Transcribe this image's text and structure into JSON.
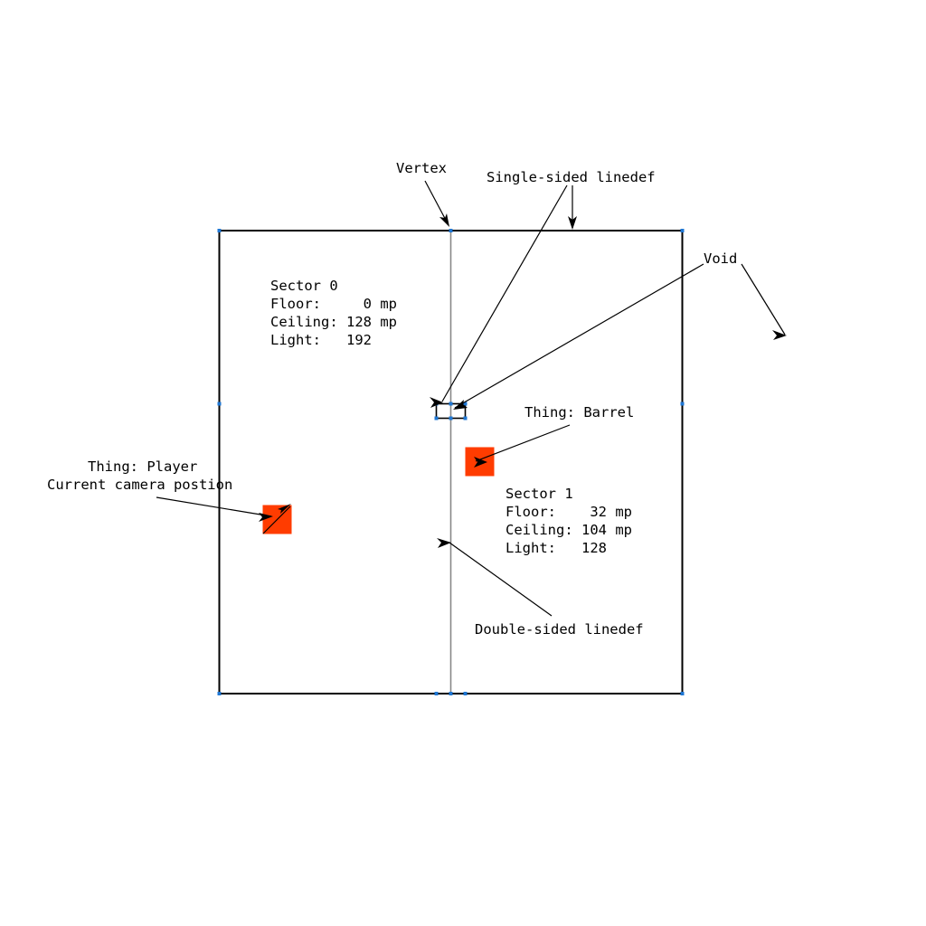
{
  "colors": {
    "background": "#ffffff",
    "wall": "#000000",
    "double_sided_line": "#888888",
    "vertex": "#1f77d4",
    "thing": "#ff3c00",
    "text": "#000000"
  },
  "callouts": {
    "vertex": "Vertex",
    "single_sided_linedef": "Single-sided linedef",
    "void": "Void",
    "thing_barrel": "Thing: Barrel",
    "thing_player_line1": "Thing: Player",
    "thing_player_line2": "Current camera postion",
    "double_sided_linedef": "Double-sided linedef"
  },
  "sectors": [
    {
      "title": "Sector 0",
      "floor": "Floor:     0 mp",
      "ceiling": "Ceiling: 128 mp",
      "light": "Light:   192"
    },
    {
      "title": "Sector 1",
      "floor": "Floor:    32 mp",
      "ceiling": "Ceiling: 104 mp",
      "light": "Light:   128"
    }
  ]
}
